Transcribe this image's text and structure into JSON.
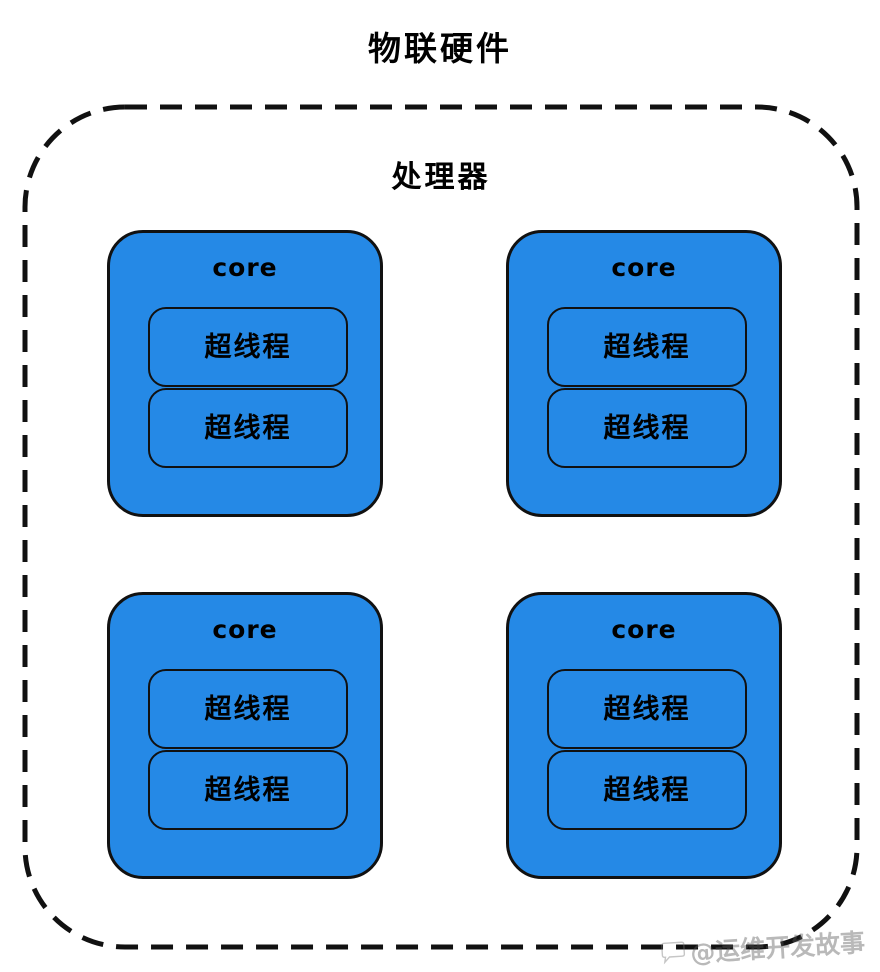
{
  "diagram": {
    "outer_title": "物联硬件",
    "processor_title": "处理器",
    "colors": {
      "core_fill": "#2589E6",
      "thread_fill": "#2589E6",
      "stroke": "#111111",
      "background": "#FFFFFF",
      "text": "#000000"
    },
    "border_style": {
      "processor_border": "dashed",
      "dash_length": 22,
      "dash_gap": 13,
      "stroke_width": 4,
      "corner_radius": 100
    },
    "cores": [
      {
        "label": "core",
        "position": "top-left",
        "threads": [
          {
            "label": "超线程"
          },
          {
            "label": "超线程"
          }
        ]
      },
      {
        "label": "core",
        "position": "top-right",
        "threads": [
          {
            "label": "超线程"
          },
          {
            "label": "超线程"
          }
        ]
      },
      {
        "label": "core",
        "position": "bottom-left",
        "threads": [
          {
            "label": "超线程"
          },
          {
            "label": "超线程"
          }
        ]
      },
      {
        "label": "core",
        "position": "bottom-right",
        "threads": [
          {
            "label": "超线程"
          },
          {
            "label": "超线程"
          }
        ]
      }
    ]
  },
  "watermark": {
    "icon": "speech-bubble-icon",
    "text": "@运维开发故事"
  }
}
